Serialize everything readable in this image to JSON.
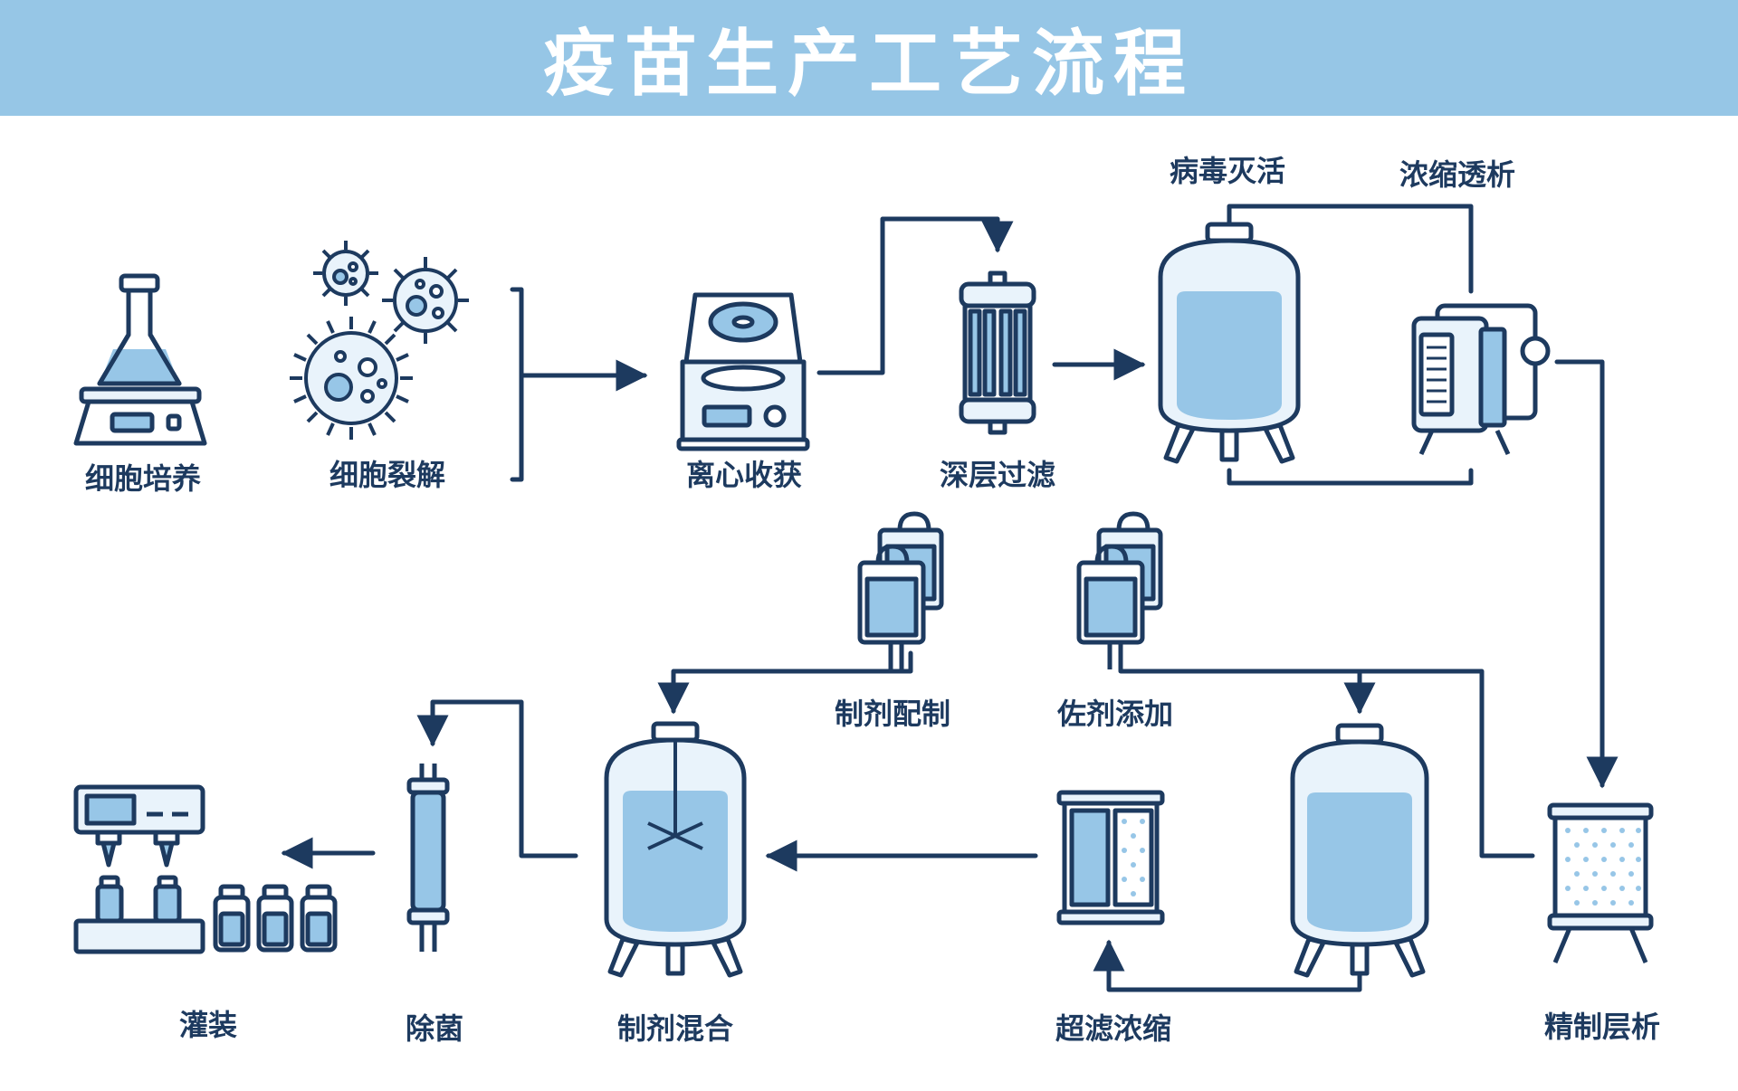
{
  "title": "疫苗生产工艺流程",
  "colors": {
    "header": "#96c6e6",
    "stroke": "#1d3a5f",
    "fill_light": "#e9f3fb",
    "fill_liquid": "#97c6e7",
    "white": "#ffffff"
  },
  "steps": {
    "cell_culture": "细胞培养",
    "cell_lysis": "细胞裂解",
    "centrifuge": "离心收获",
    "depth_filtration": "深层过滤",
    "virus_inactivation": "病毒灭活",
    "concentration_dialysis": "浓缩透析",
    "polishing_chromatography": "精制层析",
    "ultrafiltration": "超滤浓缩",
    "adjuvant_addition": "佐剂添加",
    "formulation_prep": "制剂配制",
    "formulation_mixing": "制剂混合",
    "sterilization": "除菌",
    "filling": "灌装"
  }
}
